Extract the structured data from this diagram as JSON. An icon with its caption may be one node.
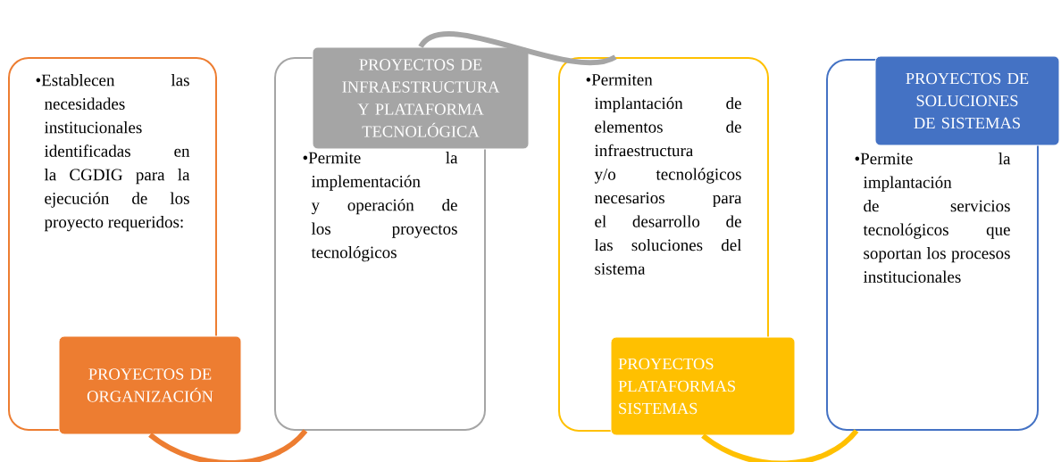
{
  "diagram": {
    "nodes": [
      {
        "text": [
          "•Establecen las necesidades institucionales identificadas en la CGDIG para la ejecución de los proyecto requeridos:"
        ]
      },
      {
        "text": [
          "PROYECTOS DE ORGANIZACIÓN"
        ]
      },
      {
        "text": [
          "•Permite la implementación y operación de los proyectos tecnológicos"
        ]
      },
      {
        "text": [
          "PROYECTOS DE INFRAESTRUCTURA Y PLATAFORMA TECNOLÓGICA"
        ]
      },
      {
        "text": [
          "•Permiten implantación de elementos de infraestructura y/o tecnológicos necesarios para el desarrollo de las soluciones del sistema"
        ]
      },
      {
        "text": [
          "PROYECTOS PLATAFORMAS SISTEMAS"
        ]
      },
      {
        "text": [
          "•Permite la implantación de servicios tecnológicos que soportan los procesos institucionales"
        ]
      },
      {
        "text": [
          "PROYECTOS DE SOLUCIONES DE SISTEMAS"
        ]
      }
    ],
    "edges": [
      {
        "from": 1,
        "to": 2,
        "arrow": "none",
        "color": "#ed7d31"
      },
      {
        "from": 3,
        "to": 4,
        "arrow": "none",
        "color": "#a5a5a5"
      },
      {
        "from": 5,
        "to": 6,
        "arrow": "none",
        "color": "#ffc000"
      }
    ]
  }
}
